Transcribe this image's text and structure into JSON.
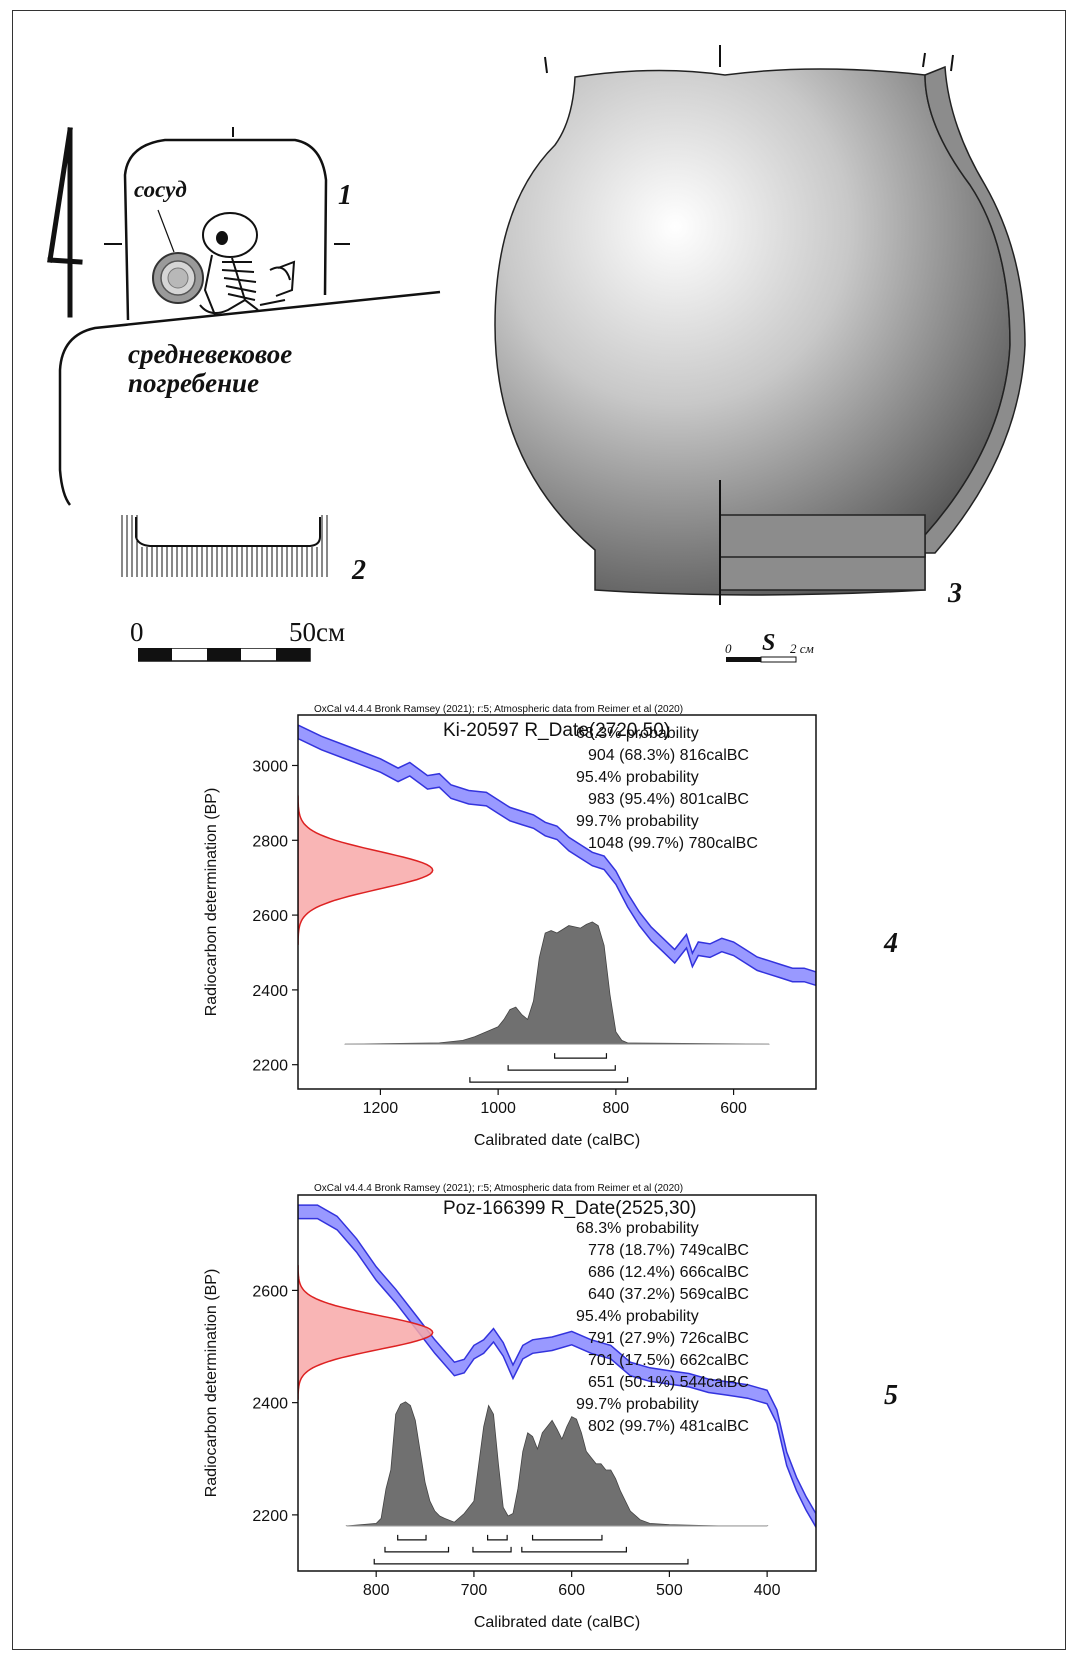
{
  "figure_labels": {
    "fig1": "1",
    "fig2": "2",
    "fig3": "3",
    "fig4": "4",
    "fig5": "5"
  },
  "burial_plan": {
    "vessel_label": "сосуд",
    "medieval_burial_line1": "средневековое",
    "medieval_burial_line2": "погребение"
  },
  "scale_bar_main": {
    "start": "0",
    "end": "50см"
  },
  "scale_bar_vessel": {
    "start": "0",
    "end": "2 см",
    "mid": "S"
  },
  "colors": {
    "calibration_curve": "#3333dd",
    "calibration_fill": "#9999ff",
    "radiocarbon_curve": "#dd2222",
    "radiocarbon_fill": "#f8a8a8",
    "posterior_fill": "#707070",
    "vessel_section": "#8c8c8c"
  },
  "chart_data": [
    {
      "type": "area",
      "header": "OxCal v4.4.4 Bronk Ramsey (2021); r:5; Atmospheric data from Reimer et al (2020)",
      "title": "Ki-20597 R_Date(2720,50)",
      "xlabel": "Calibrated date (calBC)",
      "ylabel": "Radiocarbon determination (BP)",
      "xlim": [
        1340,
        460
      ],
      "ylim": [
        2135,
        3135
      ],
      "x_ticks": [
        "1200",
        "1000",
        "800",
        "600"
      ],
      "y_ticks": [
        "3000",
        "2800",
        "2600",
        "2400",
        "2200"
      ],
      "probability_lines": [
        "68.3% probability",
        "904 (68.3%) 816calBC",
        "95.4% probability",
        "983 (95.4%) 801calBC",
        "99.7% probability",
        "1048 (99.7%) 780calBC"
      ],
      "radiocarbon_date": {
        "mean": 2720,
        "sd": 50
      },
      "calibration_curve": {
        "x": [
          1340,
          1300,
          1250,
          1200,
          1170,
          1150,
          1120,
          1100,
          1080,
          1050,
          1020,
          1000,
          980,
          960,
          940,
          920,
          900,
          880,
          860,
          840,
          820,
          800,
          780,
          760,
          740,
          720,
          700,
          690,
          680,
          670,
          660,
          640,
          620,
          600,
          580,
          560,
          540,
          520,
          500,
          480,
          460
        ],
        "y": [
          3090,
          3060,
          3030,
          3000,
          2975,
          2990,
          2955,
          2960,
          2930,
          2915,
          2910,
          2890,
          2870,
          2860,
          2850,
          2830,
          2820,
          2790,
          2770,
          2750,
          2740,
          2700,
          2640,
          2590,
          2550,
          2520,
          2490,
          2510,
          2530,
          2480,
          2510,
          2505,
          2520,
          2510,
          2490,
          2470,
          2460,
          2450,
          2440,
          2440,
          2430
        ],
        "band_halfwidth": 18
      },
      "posterior": {
        "x": [
          1260,
          1100,
          1060,
          1040,
          1020,
          1000,
          990,
          980,
          970,
          960,
          950,
          940,
          930,
          920,
          910,
          900,
          880,
          860,
          850,
          840,
          830,
          820,
          810,
          800,
          790,
          780,
          540
        ],
        "density": [
          0,
          0.01,
          0.03,
          0.06,
          0.1,
          0.14,
          0.2,
          0.28,
          0.3,
          0.24,
          0.2,
          0.35,
          0.7,
          0.9,
          0.92,
          0.9,
          0.96,
          0.94,
          0.97,
          0.99,
          0.96,
          0.8,
          0.4,
          0.1,
          0.03,
          0.01,
          0
        ]
      },
      "ranges": [
        {
          "level": "68.3%",
          "intervals": [
            [
              904,
              816
            ]
          ]
        },
        {
          "level": "95.4%",
          "intervals": [
            [
              983,
              801
            ]
          ]
        },
        {
          "level": "99.7%",
          "intervals": [
            [
              1048,
              780
            ]
          ]
        }
      ]
    },
    {
      "type": "area",
      "header": "OxCal v4.4.4 Bronk Ramsey (2021); r:5; Atmospheric data from Reimer et al (2020)",
      "title": "Poz-166399 R_Date(2525,30)",
      "xlabel": "Calibrated date (calBC)",
      "ylabel": "Radiocarbon determination (BP)",
      "xlim": [
        880,
        350
      ],
      "ylim": [
        2100,
        2770
      ],
      "x_ticks": [
        "800",
        "700",
        "600",
        "500",
        "400"
      ],
      "y_ticks": [
        "2600",
        "2400",
        "2200"
      ],
      "probability_lines": [
        "68.3% probability",
        "778 (18.7%) 749calBC",
        "686 (12.4%) 666calBC",
        "640 (37.2%) 569calBC",
        "95.4% probability",
        "791 (27.9%) 726calBC",
        "701 (17.5%) 662calBC",
        "651 (50.1%) 544calBC",
        "99.7% probability",
        "802 (99.7%) 481calBC"
      ],
      "radiocarbon_date": {
        "mean": 2525,
        "sd": 30
      },
      "calibration_curve": {
        "x": [
          880,
          860,
          840,
          820,
          800,
          780,
          760,
          740,
          720,
          710,
          700,
          690,
          680,
          670,
          660,
          650,
          640,
          620,
          600,
          580,
          560,
          540,
          520,
          500,
          480,
          460,
          440,
          420,
          400,
          390,
          380,
          370,
          360,
          350
        ],
        "y": [
          2740,
          2740,
          2720,
          2680,
          2630,
          2590,
          2545,
          2500,
          2460,
          2465,
          2490,
          2500,
          2520,
          2495,
          2455,
          2490,
          2500,
          2505,
          2515,
          2500,
          2490,
          2460,
          2450,
          2445,
          2440,
          2430,
          2425,
          2420,
          2410,
          2375,
          2300,
          2255,
          2220,
          2190
        ],
        "band_halfwidth": 12
      },
      "posterior": {
        "x": [
          830,
          800,
          795,
          790,
          785,
          780,
          775,
          770,
          765,
          760,
          755,
          750,
          745,
          740,
          735,
          730,
          720,
          710,
          700,
          695,
          690,
          685,
          680,
          675,
          670,
          665,
          660,
          655,
          650,
          645,
          640,
          635,
          630,
          625,
          620,
          615,
          610,
          605,
          600,
          595,
          590,
          585,
          580,
          575,
          570,
          565,
          560,
          555,
          550,
          545,
          540,
          530,
          520,
          500,
          450,
          400
        ],
        "density": [
          0,
          0.02,
          0.06,
          0.3,
          0.45,
          0.9,
          0.98,
          1.0,
          0.97,
          0.85,
          0.6,
          0.35,
          0.2,
          0.12,
          0.08,
          0.06,
          0.03,
          0.1,
          0.2,
          0.5,
          0.8,
          0.97,
          0.9,
          0.5,
          0.15,
          0.08,
          0.1,
          0.3,
          0.6,
          0.75,
          0.72,
          0.62,
          0.75,
          0.8,
          0.85,
          0.78,
          0.7,
          0.8,
          0.88,
          0.86,
          0.75,
          0.6,
          0.55,
          0.5,
          0.5,
          0.45,
          0.45,
          0.38,
          0.28,
          0.2,
          0.12,
          0.05,
          0.02,
          0.01,
          0,
          0
        ]
      },
      "ranges": [
        {
          "level": "68.3%",
          "intervals": [
            [
              778,
              749
            ],
            [
              686,
              666
            ],
            [
              640,
              569
            ]
          ]
        },
        {
          "level": "95.4%",
          "intervals": [
            [
              791,
              726
            ],
            [
              701,
              662
            ],
            [
              651,
              544
            ]
          ]
        },
        {
          "level": "99.7%",
          "intervals": [
            [
              802,
              481
            ]
          ]
        }
      ]
    }
  ]
}
